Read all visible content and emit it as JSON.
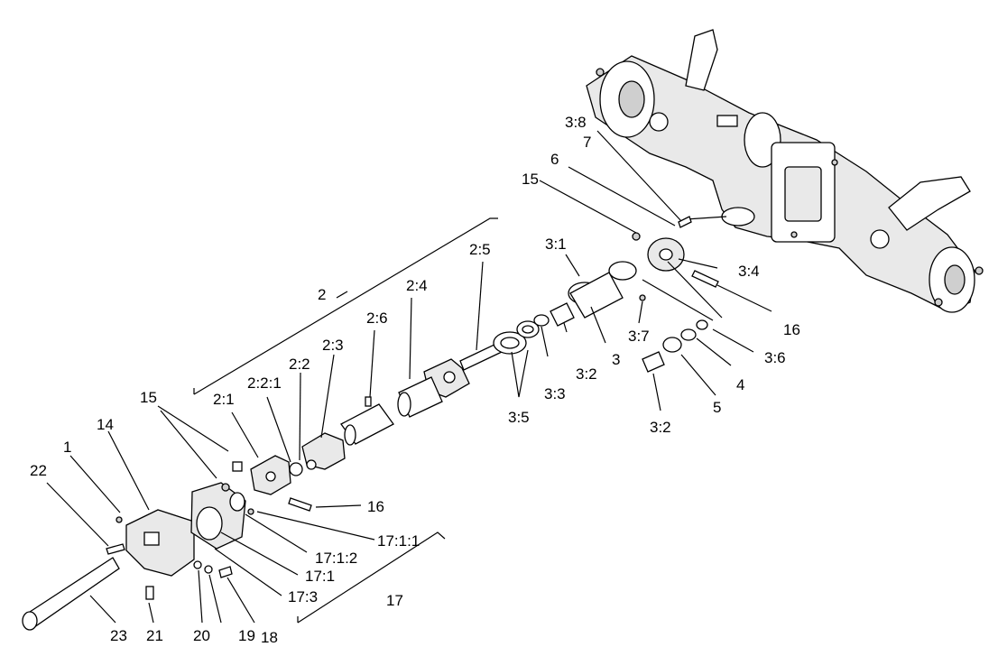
{
  "diagram": {
    "callouts": [
      {
        "id": "c2",
        "text": "2"
      },
      {
        "id": "c2_1",
        "text": "2:1"
      },
      {
        "id": "c2_2_1",
        "text": "2:2:1"
      },
      {
        "id": "c2_2",
        "text": "2:2"
      },
      {
        "id": "c2_3",
        "text": "2:3"
      },
      {
        "id": "c2_4",
        "text": "2:4"
      },
      {
        "id": "c2_5",
        "text": "2:5"
      },
      {
        "id": "c2_6",
        "text": "2:6"
      },
      {
        "id": "c3_1",
        "text": "3:1"
      },
      {
        "id": "c3_8",
        "text": "3:8"
      },
      {
        "id": "c7",
        "text": "7"
      },
      {
        "id": "c6",
        "text": "6"
      },
      {
        "id": "c15a",
        "text": "15"
      },
      {
        "id": "c3_4",
        "text": "3:4"
      },
      {
        "id": "c16a",
        "text": "16"
      },
      {
        "id": "c3_7",
        "text": "3:7"
      },
      {
        "id": "c3_6",
        "text": "3:6"
      },
      {
        "id": "c4",
        "text": "4"
      },
      {
        "id": "c5",
        "text": "5"
      },
      {
        "id": "c3",
        "text": "3"
      },
      {
        "id": "c3_2a",
        "text": "3:2"
      },
      {
        "id": "c3_3",
        "text": "3:3"
      },
      {
        "id": "c3_5",
        "text": "3:5"
      },
      {
        "id": "c3_2b",
        "text": "3:2"
      },
      {
        "id": "c15b",
        "text": "15"
      },
      {
        "id": "c14",
        "text": "14"
      },
      {
        "id": "c1",
        "text": "1"
      },
      {
        "id": "c22",
        "text": "22"
      },
      {
        "id": "c16b",
        "text": "16"
      },
      {
        "id": "c17_1_1",
        "text": "17:1:1"
      },
      {
        "id": "c17_1_2",
        "text": "17:1:2"
      },
      {
        "id": "c17_1",
        "text": "17:1"
      },
      {
        "id": "c17_3",
        "text": "17:3"
      },
      {
        "id": "c17",
        "text": "17"
      },
      {
        "id": "c23",
        "text": "23"
      },
      {
        "id": "c21",
        "text": "21"
      },
      {
        "id": "c20",
        "text": "20"
      },
      {
        "id": "c19",
        "text": "19"
      },
      {
        "id": "c18",
        "text": "18"
      }
    ]
  }
}
